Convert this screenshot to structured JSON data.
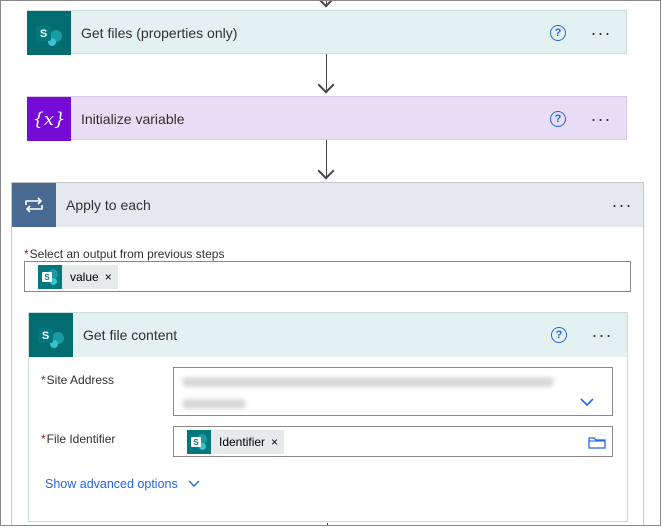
{
  "steps": {
    "get_files": {
      "title": "Get files (properties only)",
      "help": "?",
      "more": "···"
    },
    "init_var": {
      "title": "Initialize variable",
      "icon_text": "{x}",
      "help": "?",
      "more": "···"
    },
    "apply_each": {
      "title": "Apply to each",
      "more": "···",
      "output_label": "Select an output from previous steps",
      "token_label": "value",
      "token_remove": "×"
    },
    "get_file_content": {
      "title": "Get file content",
      "help": "?",
      "more": "···",
      "site_address_label": "Site Address",
      "file_identifier_label": "File Identifier",
      "identifier_token": "Identifier",
      "identifier_remove": "×",
      "show_advanced": "Show advanced options"
    }
  },
  "required_marker": "*",
  "sp_letter": "S",
  "colors": {
    "sharepoint": "#036c70",
    "variable": "#770bd6",
    "control": "#486991",
    "link": "#2266e3",
    "required": "#a4262c"
  }
}
